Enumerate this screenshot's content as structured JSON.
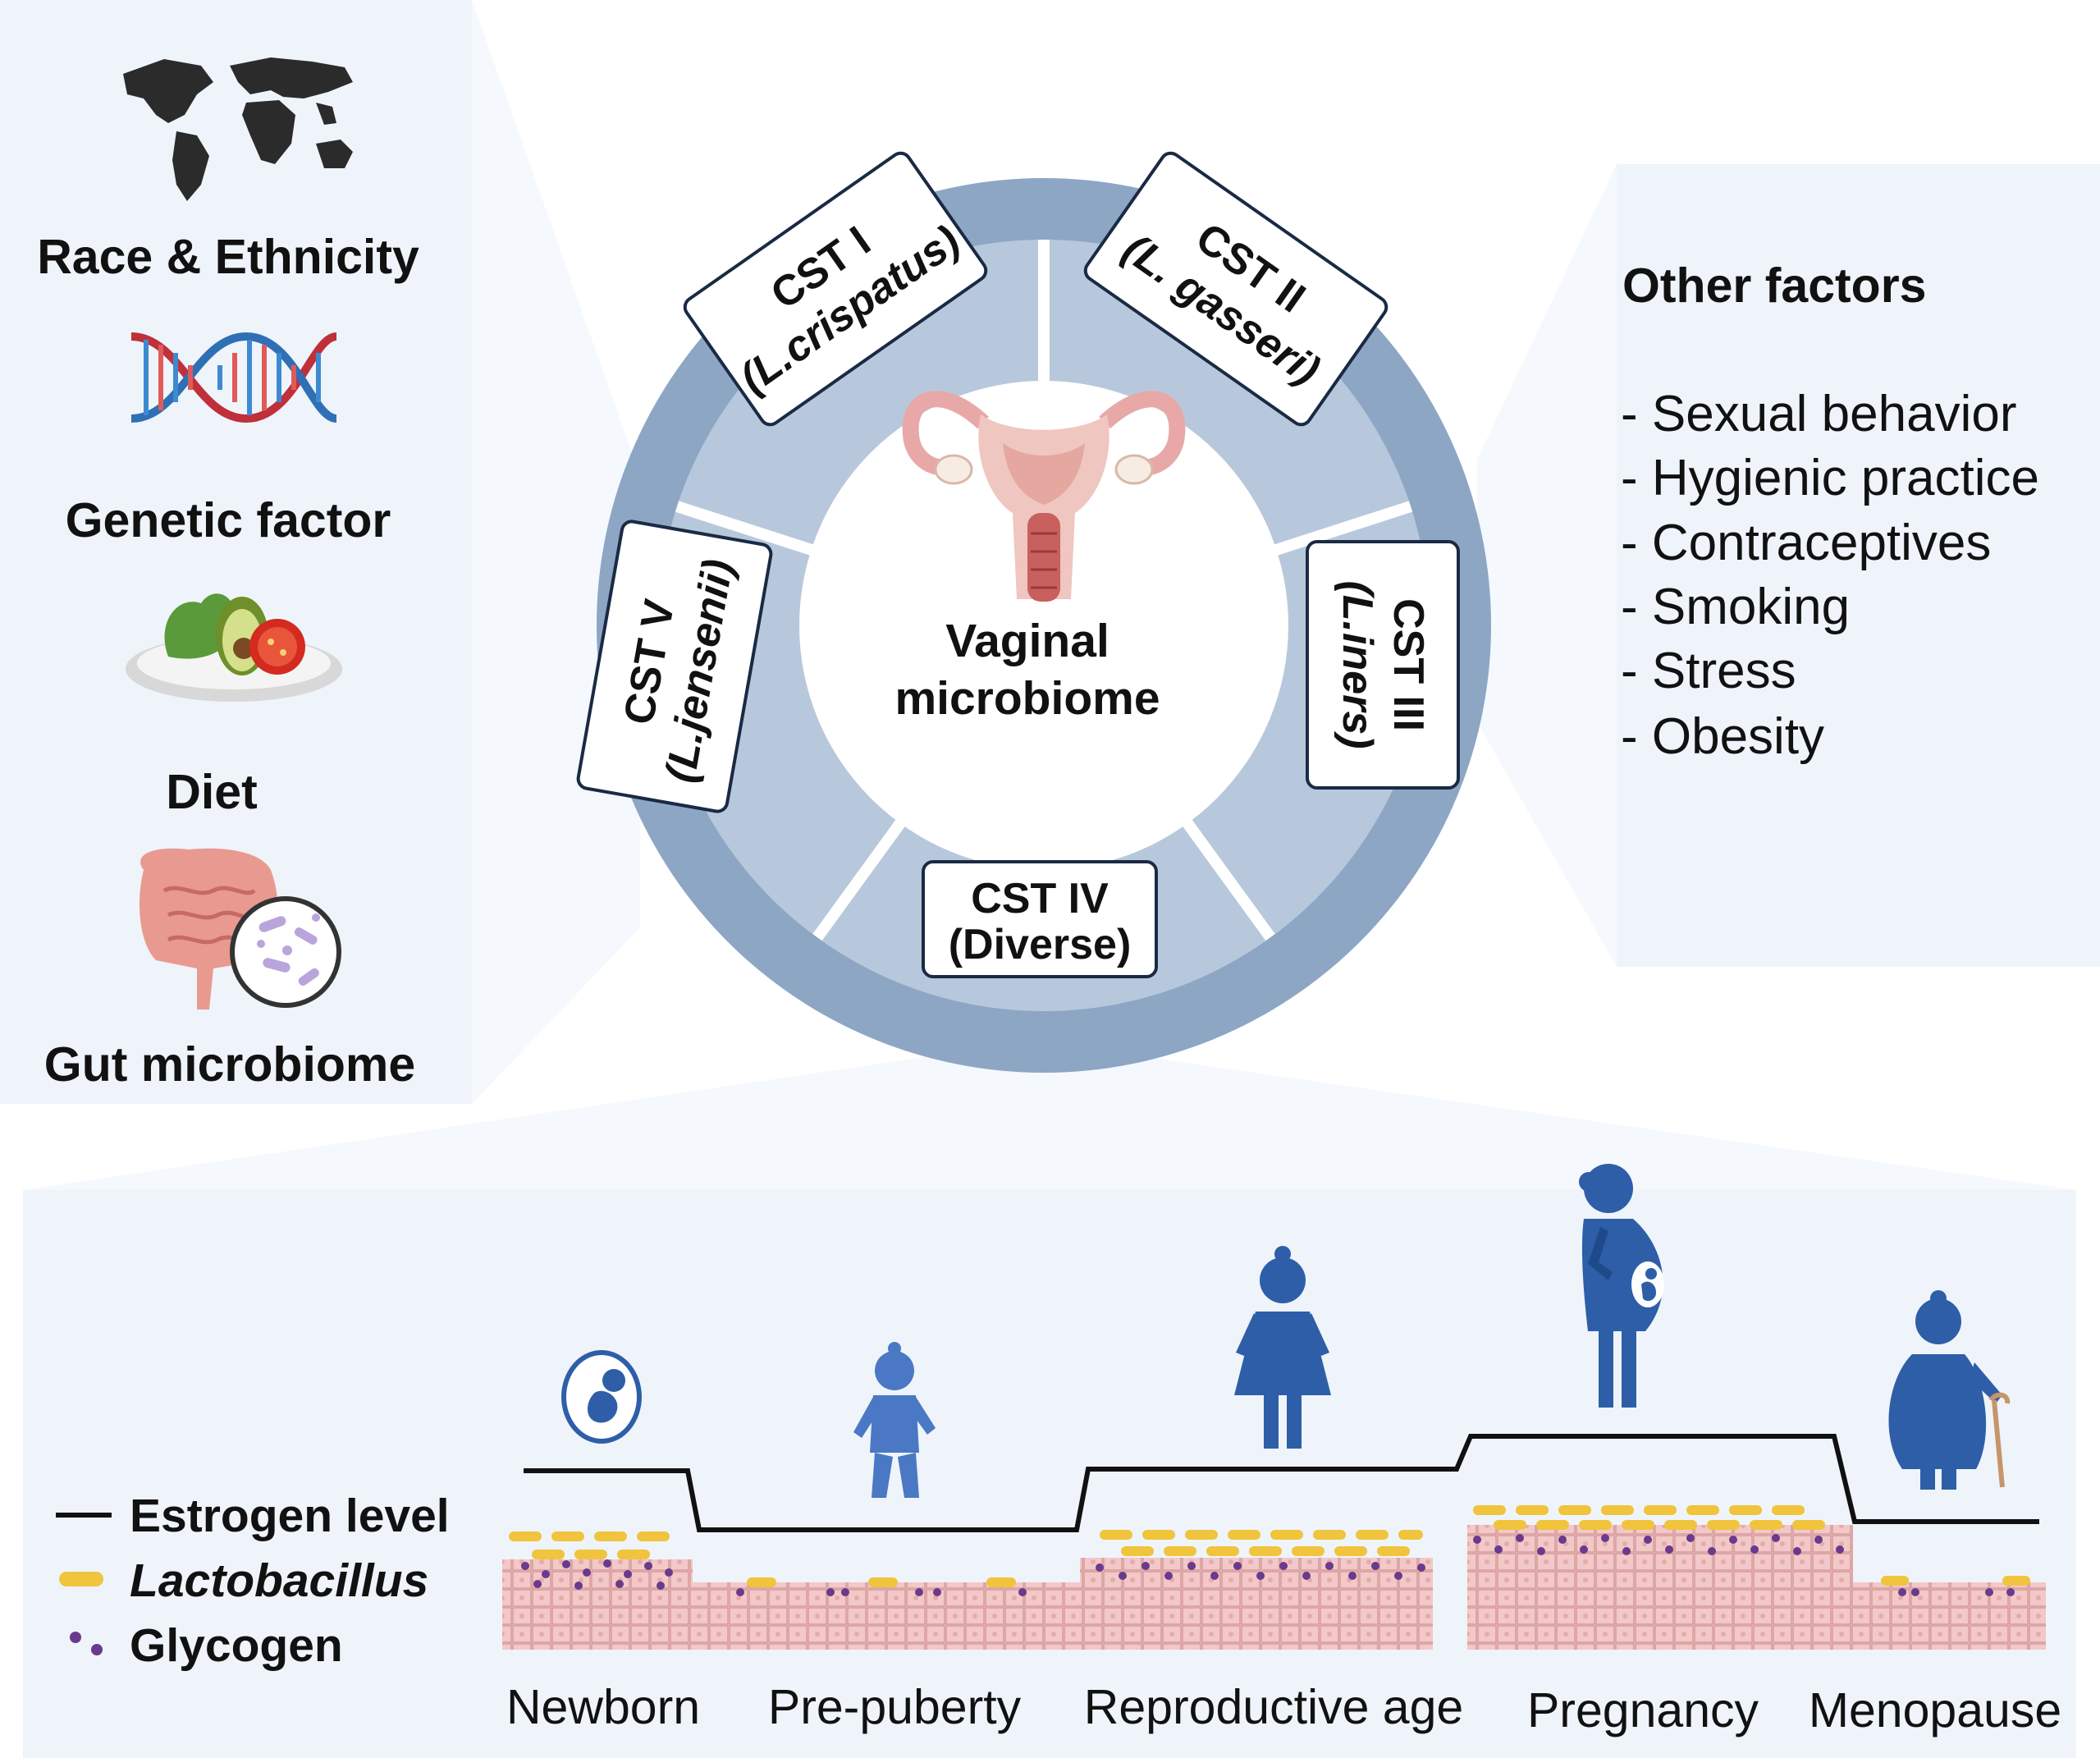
{
  "left_factors": {
    "race": "Race & Ethnicity",
    "genetic": "Genetic factor",
    "diet": "Diet",
    "gut": "Gut microbiome"
  },
  "wheel": {
    "center_line1": "Vaginal",
    "center_line2": "microbiome",
    "cst1": {
      "name": "CST I",
      "species": "(L.crispatus)"
    },
    "cst2": {
      "name": "CST II",
      "species": "(L. gasseri)"
    },
    "cst3": {
      "name": "CST III",
      "species": "(L.iners)"
    },
    "cst4": {
      "name": "CST IV",
      "species": "(Diverse)"
    },
    "cst5": {
      "name": "CST V",
      "species": "(L.jensenii)"
    }
  },
  "other_factors": {
    "title": "Other factors",
    "items": [
      "- Sexual behavior",
      "- Hygienic practice",
      "- Contraceptives",
      "- Smoking",
      "- Stress",
      "- Obesity"
    ]
  },
  "legend": {
    "estrogen": "Estrogen level",
    "lactobacillus": "Lactobacillus",
    "glycogen": "Glycogen"
  },
  "stages": [
    "Newborn",
    "Pre-puberty",
    "Reproductive age",
    "Pregnancy",
    "Menopause"
  ],
  "colors": {
    "panel_bg": "#eef4fa",
    "ring_outer": "#8da6c4",
    "segment": "#b8c8dc",
    "figure_blue": "#2e5ea8",
    "tissue": "#f2c8c8",
    "glycogen": "#6a3a8c",
    "lactobacillus": "#f0c43c"
  }
}
